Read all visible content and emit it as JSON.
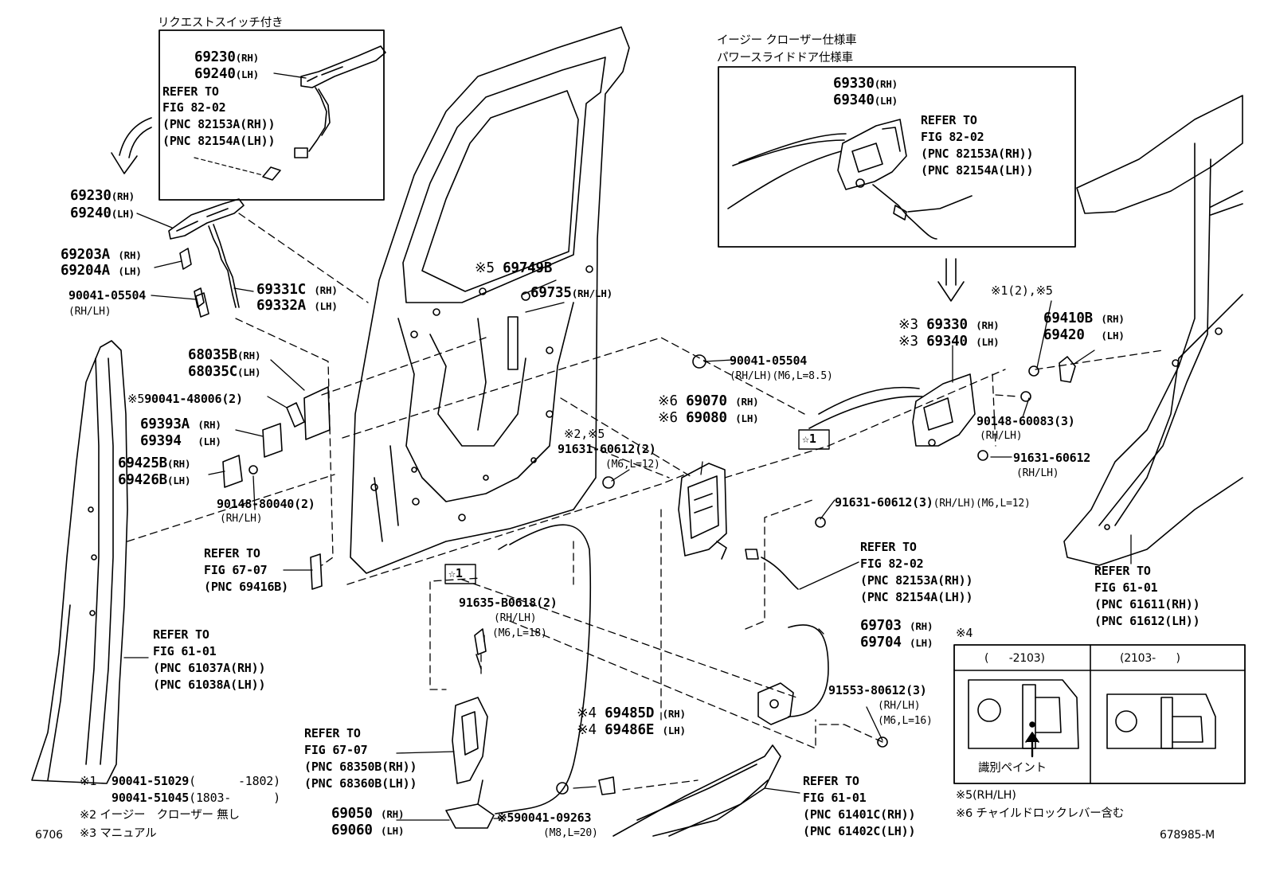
{
  "diagram": {
    "inset_top_left": {
      "caption": "リクエストスイッチ付き",
      "handle_rh": "69230",
      "handle_lh": "69240",
      "refer_lines": [
        "REFER TO",
        "FIG 82-02",
        "(PNC 82153A(RH))",
        "(PNC 82154A(LH))"
      ]
    },
    "inset_top_right": {
      "caption_1": "イージー クローザー仕様車",
      "caption_2": "パワースライドドア仕様車",
      "lock_rh": "69330",
      "lock_lh": "69340",
      "refer_lines": [
        "REFER TO",
        "FIG 82-02",
        "(PNC 82153A(RH))",
        "(PNC 82154A(LH))"
      ]
    },
    "suffix": {
      "rh": "(RH)",
      "lh": "(LH)",
      "rhlh": "(RH/LH)"
    },
    "parts": {
      "handle_rh": "69230",
      "handle_lh": "69240",
      "pad_rh": "69203A",
      "pad_lh": "69204A",
      "screw_90041_05504": "90041-05504",
      "rod_rh": "69331C",
      "rod_lh": "69332A",
      "cover_rh": "68035B",
      "cover_lh": "68035C",
      "clip_90041_48006": "90041-48006(2)",
      "mark5": "※5",
      "gasket_rh": "69393A",
      "gasket_lh": "69394",
      "bracket_rh": "69425B",
      "bracket_lh": "69426B",
      "clip_90148_80040": "90148-80040(2)",
      "p69749b": "69749B",
      "p69735": "69735",
      "screw2_code": "90041-05504",
      "screw2_spec": "(RH/LH)(M6,L=8.5)",
      "mark2_5": "※2,※5",
      "bolt_91631_2": "91631-60612(2)",
      "bolt_91631_2_spec": "(M6,L=12)",
      "remote_rh": "69070",
      "remote_lh": "69080",
      "mark6": "※6",
      "star1": "☆1",
      "mark1_5": "※1(2),※5",
      "striker_rh": "69410B",
      "striker_lh": "69420",
      "lock_rh": "69330",
      "lock_lh": "69340",
      "mark3": "※3",
      "clip_90148_60083": "90148-60083(3)",
      "bolt_91631_b": "91631-60612",
      "bolt_91631_3": "91631-60612(3)",
      "bolt_91631_3_spec": "(RH/LH)(M6,L=12)",
      "bolt_91635": "91635-B0618(2)",
      "bolt_91635_spec": "(M6,L=18)",
      "cable_rh": "69703",
      "cable_lh": "69704",
      "bolt_91553": "91553-80612(3)",
      "bolt_91553_spec": "(M6,L=16)",
      "mark4": "※4",
      "roller_rh": "69485D",
      "roller_lh": "69486E",
      "hinge_rh": "69050",
      "hinge_lh": "69060",
      "bolt_90041_09263": "※590041-09263",
      "bolt_90041_09263_spec": "(M8,L=20)"
    },
    "refers": {
      "fig67_07_a": [
        "REFER TO",
        "FIG 67-07",
        "(PNC 69416B)"
      ],
      "fig61_01_a": [
        "REFER TO",
        "FIG 61-01",
        "(PNC 61037A(RH))",
        "(PNC 61038A(LH))"
      ],
      "fig82_02_b": [
        "REFER TO",
        "FIG 82-02",
        "(PNC 82153A(RH))",
        "(PNC 82154A(LH))"
      ],
      "fig61_01_b": [
        "REFER TO",
        "FIG 61-01",
        "(PNC 61611(RH))",
        "(PNC 61612(LH))"
      ],
      "fig67_07_b": [
        "REFER TO",
        "FIG 67-07",
        "(PNC 68350B(RH))",
        "(PNC 68360B(LH))"
      ],
      "fig61_01_c": [
        "REFER TO",
        "FIG 61-01",
        "(PNC 61401C(RH))",
        "(PNC 61402C(LH))"
      ]
    },
    "paint_box": {
      "mark": "※4",
      "col_left": "(      -2103)",
      "col_right": "(2103-      )",
      "paint_label": "識別ペイント"
    },
    "notes": {
      "n1_mark": "※1",
      "n1_a": "90041-51029",
      "n1_a_range": "(      -1802)",
      "n1_b": "90041-51045",
      "n1_b_range": "(1803-      )",
      "n2": "※2 イージー　クローザー 無し",
      "n3": "※3 マニュアル",
      "n5": "※5(RH/LH)",
      "n6": "※6 チャイルドロックレバー含む"
    },
    "page_code": "6706",
    "figure_code": "678985-M"
  }
}
